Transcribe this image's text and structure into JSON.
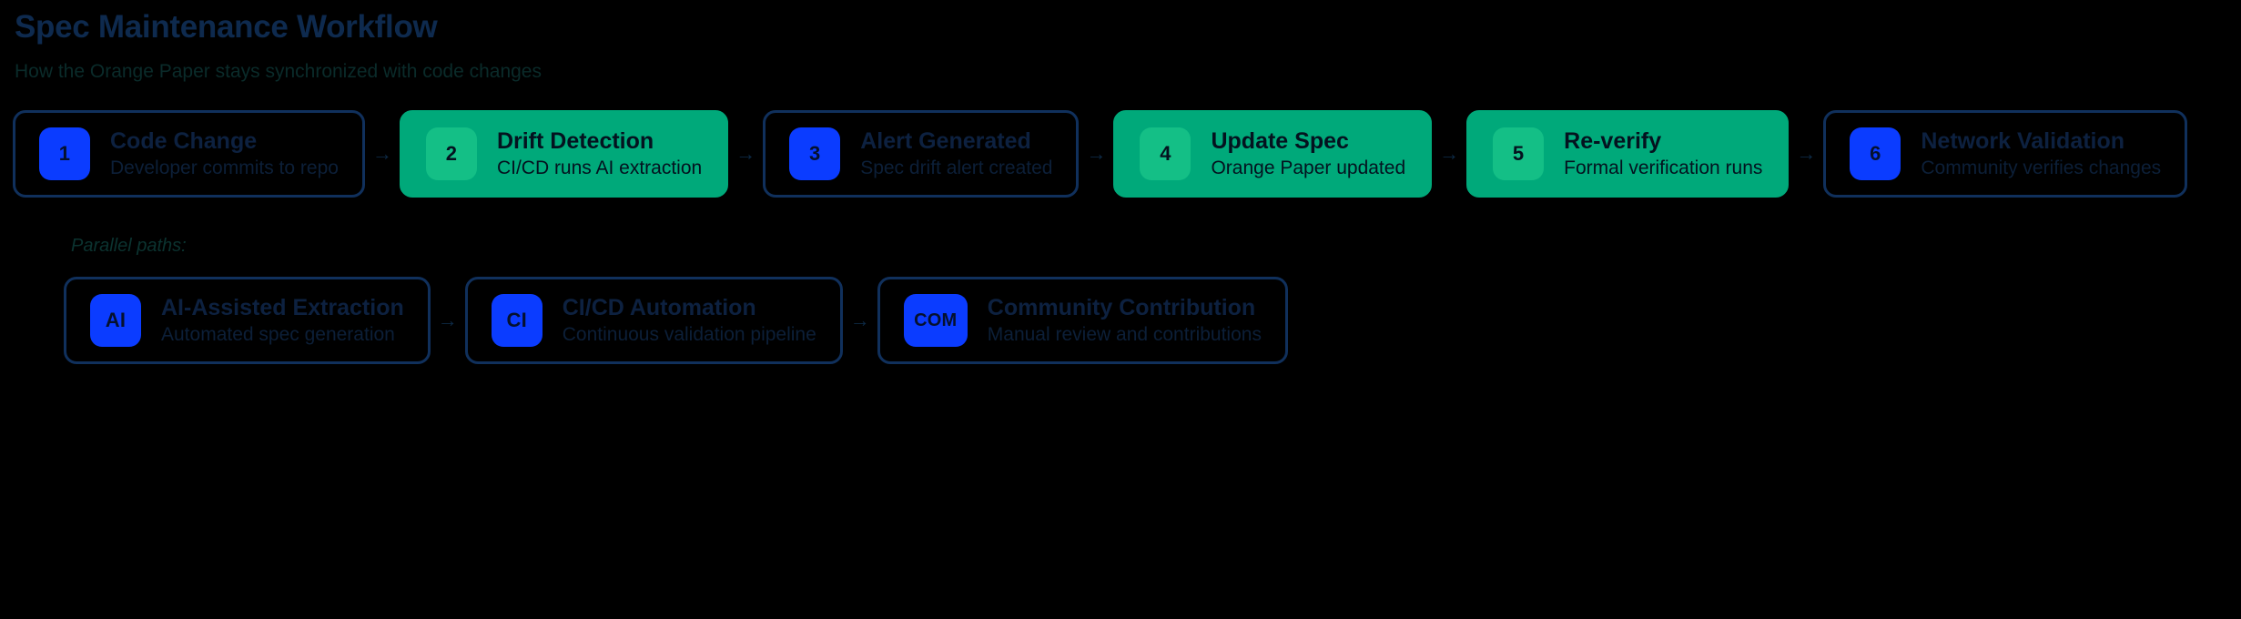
{
  "header": {
    "title": "Spec Maintenance Workflow",
    "subtitle": "How the Orange Paper stays synchronized with code changes"
  },
  "colors": {
    "background": "#000000",
    "title": "#0e2a4e",
    "subtitle": "#0a2b2a",
    "highlight_fill": "#00a97a",
    "highlight_badge": "#14bf86",
    "plain_border": "#10305c",
    "plain_badge": "#0b3cff",
    "arrow": "#0d2a46",
    "parallel_label": "#0b3330"
  },
  "arrow_glyph": "→",
  "steps": [
    {
      "badge": "1",
      "title": "Code Change",
      "desc": "Developer commits to repo",
      "highlighted": false
    },
    {
      "badge": "2",
      "title": "Drift Detection",
      "desc": "CI/CD runs AI extraction",
      "highlighted": true
    },
    {
      "badge": "3",
      "title": "Alert Generated",
      "desc": "Spec drift alert created",
      "highlighted": false
    },
    {
      "badge": "4",
      "title": "Update Spec",
      "desc": "Orange Paper updated",
      "highlighted": true
    },
    {
      "badge": "5",
      "title": "Re-verify",
      "desc": "Formal verification runs",
      "highlighted": true
    },
    {
      "badge": "6",
      "title": "Network Validation",
      "desc": "Community verifies changes",
      "highlighted": false
    }
  ],
  "parallel": {
    "label": "Parallel paths:",
    "items": [
      {
        "badge": "AI",
        "title": "AI-Assisted Extraction",
        "desc": "Automated spec generation"
      },
      {
        "badge": "CI",
        "title": "CI/CD Automation",
        "desc": "Continuous validation pipeline"
      },
      {
        "badge": "COM",
        "title": "Community Contribution",
        "desc": "Manual review and contributions"
      }
    ]
  }
}
